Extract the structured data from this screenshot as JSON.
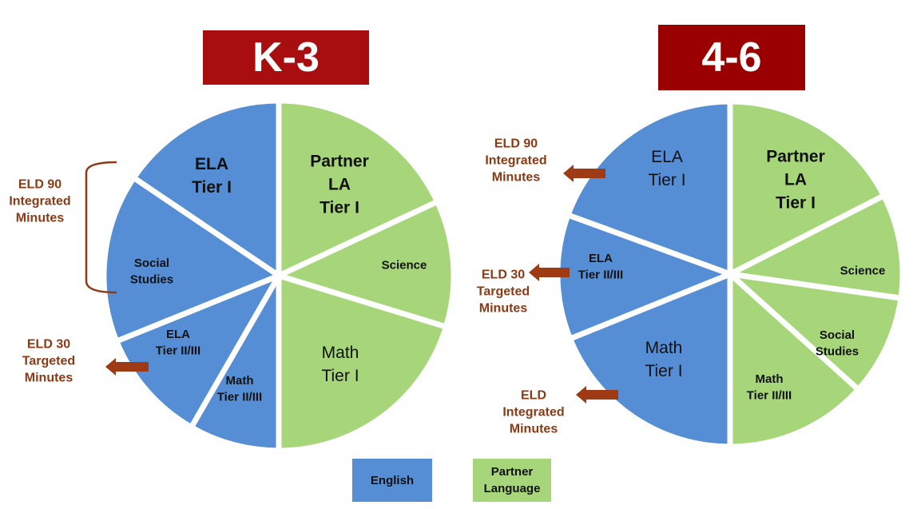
{
  "colors": {
    "title_bg_k3": "#A80E0F",
    "title_bg_46": "#9B0000",
    "english": "#558ED5",
    "partner": "#A6D57A",
    "annotation": "#8B3A16",
    "arrow": "#9E3A14"
  },
  "titles": {
    "k3": "K-3",
    "g46": "4-6"
  },
  "legend": {
    "english": "English",
    "partner_line1": "Partner",
    "partner_line2": "Language"
  },
  "k3": {
    "slices": [
      {
        "id": "ela-tier1",
        "lines": [
          "ELA",
          "Tier I"
        ],
        "color": "english",
        "bold": true,
        "size": 21
      },
      {
        "id": "partner-la",
        "lines": [
          "Partner",
          "LA",
          "Tier I"
        ],
        "color": "partner",
        "bold": true,
        "size": 21
      },
      {
        "id": "science",
        "lines": [
          "Science"
        ],
        "color": "partner",
        "bold": true,
        "size": 15
      },
      {
        "id": "math-tier1",
        "lines": [
          "Math",
          "Tier I"
        ],
        "color": "partner",
        "bold": false,
        "size": 21
      },
      {
        "id": "math-tier23",
        "lines": [
          "Math",
          "Tier II/III"
        ],
        "color": "english",
        "bold": true,
        "size": 15
      },
      {
        "id": "ela-tier23",
        "lines": [
          "ELA",
          "Tier II/III"
        ],
        "color": "english",
        "bold": true,
        "size": 15
      },
      {
        "id": "social-studies",
        "lines": [
          "Social",
          "Studies"
        ],
        "color": "english",
        "bold": true,
        "size": 15
      }
    ],
    "annotations": [
      {
        "id": "eld90",
        "lines": [
          "ELD 90",
          "Integrated",
          "Minutes"
        ]
      },
      {
        "id": "eld30",
        "lines": [
          "ELD 30",
          "Targeted",
          "Minutes"
        ]
      }
    ]
  },
  "g46": {
    "slices": [
      {
        "id": "ela-tier1",
        "lines": [
          "ELA",
          "Tier I"
        ],
        "color": "english",
        "bold": false,
        "size": 21
      },
      {
        "id": "partner-la",
        "lines": [
          "Partner",
          "LA",
          "Tier I"
        ],
        "color": "partner",
        "bold": true,
        "size": 21
      },
      {
        "id": "science",
        "lines": [
          "Science"
        ],
        "color": "partner",
        "bold": true,
        "size": 15
      },
      {
        "id": "social-studies",
        "lines": [
          "Social",
          "Studies"
        ],
        "color": "partner",
        "bold": true,
        "size": 15
      },
      {
        "id": "math-tier23",
        "lines": [
          "Math",
          "Tier II/III"
        ],
        "color": "partner",
        "bold": true,
        "size": 15
      },
      {
        "id": "math-tier1",
        "lines": [
          "Math",
          "Tier I"
        ],
        "color": "english",
        "bold": false,
        "size": 21
      },
      {
        "id": "ela-tier23",
        "lines": [
          "ELA",
          "Tier II/III"
        ],
        "color": "english",
        "bold": true,
        "size": 15
      }
    ],
    "annotations": [
      {
        "id": "eld90",
        "lines": [
          "ELD 90",
          "Integrated",
          "Minutes"
        ]
      },
      {
        "id": "eld30",
        "lines": [
          "ELD 30",
          "Targeted",
          "Minutes"
        ]
      },
      {
        "id": "eld-integrated",
        "lines": [
          "ELD",
          "Integrated",
          "Minutes"
        ]
      }
    ]
  }
}
